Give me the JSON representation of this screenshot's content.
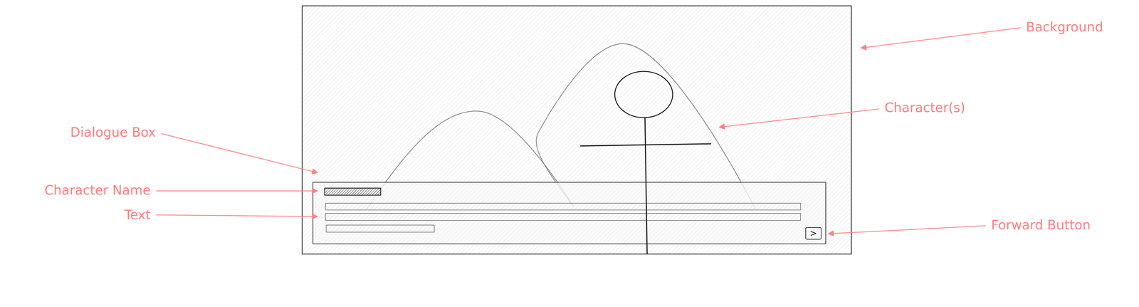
{
  "diagram": {
    "nodes": [
      {
        "text": [
          ">"
        ]
      }
    ],
    "labels": [
      "Background",
      "Character(s)",
      "Dialogue Box",
      "Character Name",
      "Text",
      "Forward Button"
    ]
  }
}
